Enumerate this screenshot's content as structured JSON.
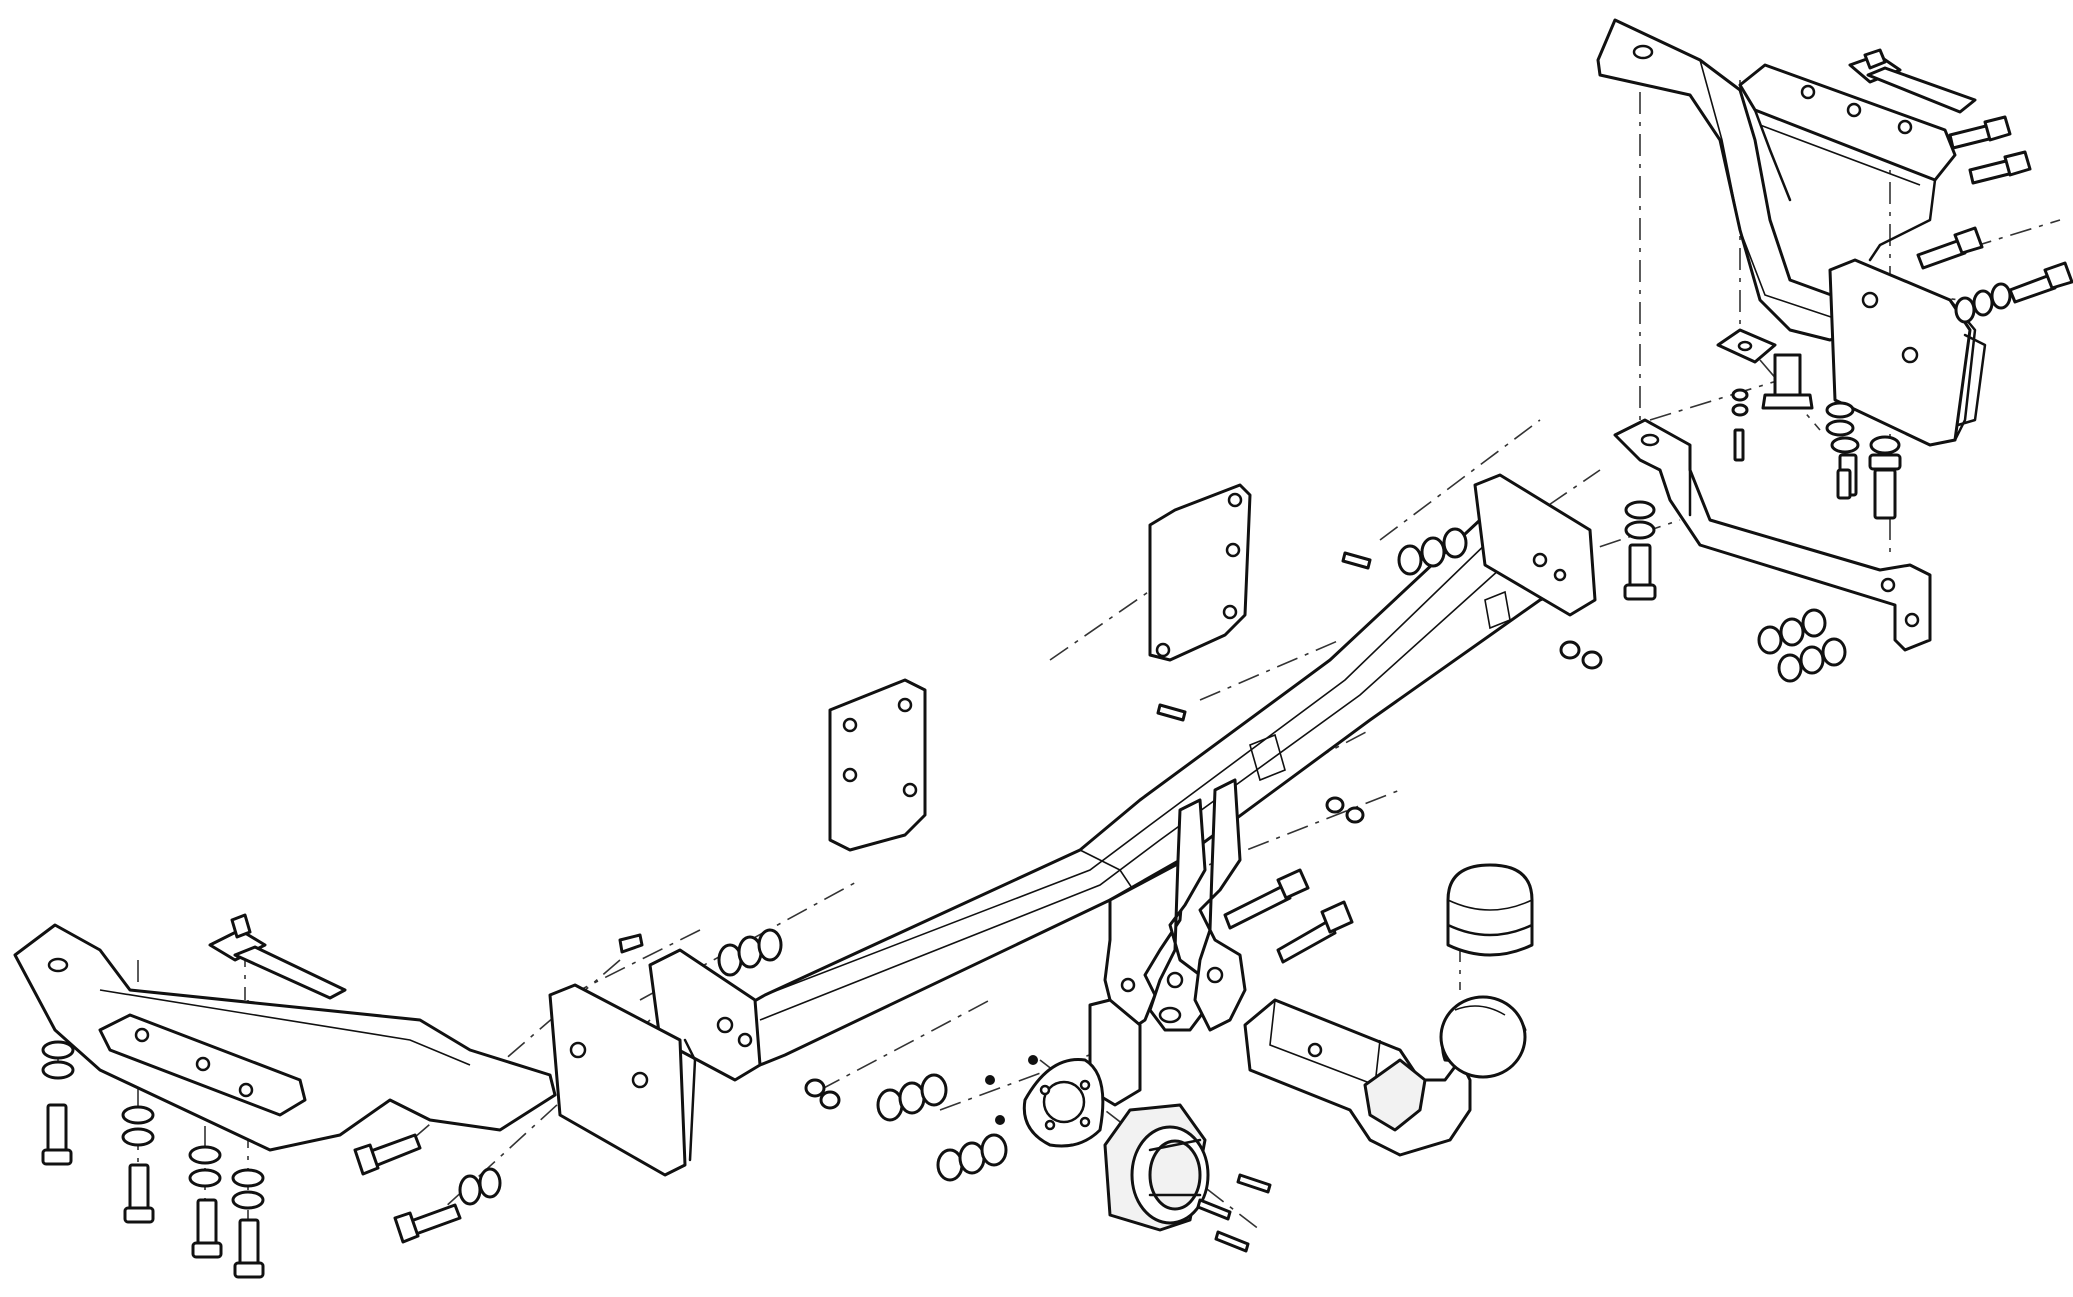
{
  "drawing": {
    "kind": "exploded-assembly",
    "colors": {
      "line": "#111111",
      "background": "#ffffff",
      "shade": "#f2f2f2"
    },
    "parts": [
      "left-side-bracket",
      "right-side-bracket",
      "crossbar-beam",
      "left-mounting-plate",
      "right-mounting-plate",
      "left-spacer-plate",
      "right-spacer-plate",
      "towball-neck",
      "towball-cap",
      "socket-plate",
      "electrical-socket"
    ]
  }
}
